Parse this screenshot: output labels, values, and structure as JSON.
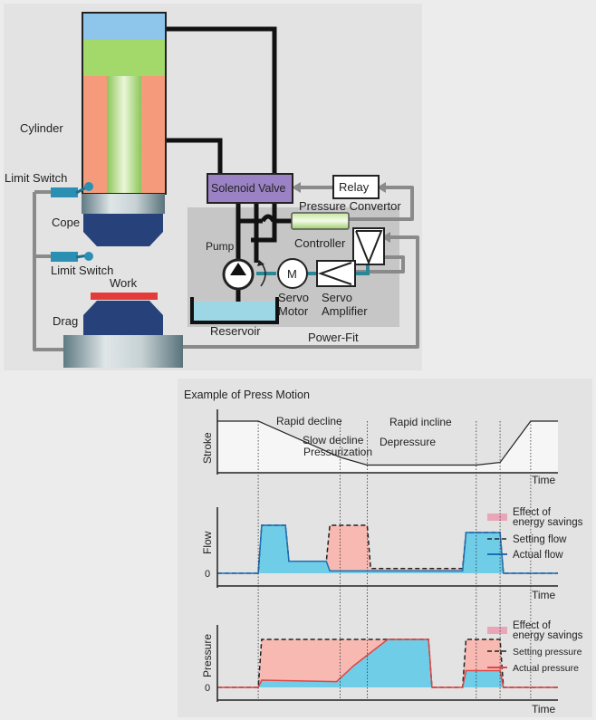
{
  "diagram": {
    "labels": {
      "cylinder": "Cylinder",
      "limit_switch_top": "Limit Switch",
      "cope": "Cope",
      "limit_switch_bottom": "Limit Switch",
      "work": "Work",
      "drag": "Drag",
      "solenoid_valve": "Solenoid Valve",
      "relay": "Relay",
      "pressure_convertor": "Pressure Convertor",
      "pump": "Pump",
      "controller": "Controller",
      "motor_symbol": "M",
      "servo_motor_line1": "Servo",
      "servo_motor_line2": "Motor",
      "servo_amp_line1": "Servo",
      "servo_amp_line2": "Amplifier",
      "reservoir": "Reservoir",
      "power_fit": "Power-Fit"
    },
    "colors": {
      "cylinder_top": "#8ec5ea",
      "cylinder_rod": "#a3d86a",
      "cylinder_body": "#f59a7a",
      "solenoid": "#9b82c4",
      "reservoir_fluid": "#9dd7e6",
      "power_fit_box": "#c4c4c4",
      "work": "#e53a3a",
      "die": "#27427a",
      "limit_switch": "#2b8fb3"
    }
  },
  "chart": {
    "title": "Example of Press Motion",
    "phases": [
      "Rapid decline",
      "Slow decline",
      "Pressurization",
      "Depressure",
      "Rapid incline"
    ],
    "stroke": {
      "ylabel": "Stroke",
      "xlabel": "Time"
    },
    "flow": {
      "ylabel": "Flow",
      "xlabel": "Time",
      "zero": "0",
      "legend": {
        "effect_line1": "Effect of",
        "effect_line2": "energy savings",
        "setting": "Setting flow",
        "actual": "Actual flow"
      }
    },
    "pressure": {
      "ylabel": "Pressure",
      "xlabel": "Time",
      "zero": "0",
      "legend": {
        "effect_line1": "Effect of",
        "effect_line2": "energy savings",
        "setting": "Setting pressure",
        "actual": "Actual pressure"
      }
    }
  },
  "chart_data": [
    {
      "type": "line",
      "title": "Example of Press Motion",
      "ylabel": "Stroke",
      "xlabel": "Time",
      "x": [
        0,
        0.12,
        0.36,
        0.44,
        0.76,
        0.83,
        0.92,
        1.0
      ],
      "series": [
        {
          "values": [
            1.0,
            1.0,
            0.3,
            0.15,
            0.15,
            0.2,
            1.0,
            1.0
          ]
        }
      ]
    },
    {
      "type": "line",
      "ylabel": "Flow",
      "xlabel": "Time",
      "x": [
        0,
        0.12,
        0.13,
        0.2,
        0.21,
        0.32,
        0.33,
        0.44,
        0.45,
        0.72,
        0.73,
        0.83,
        0.84,
        1.0
      ],
      "series": [
        {
          "name": "Setting flow",
          "values": [
            0,
            0,
            1.0,
            1.0,
            0.25,
            0.25,
            1.0,
            1.0,
            0.1,
            0.1,
            0.85,
            0.85,
            0,
            0
          ]
        },
        {
          "name": "Actual flow",
          "values": [
            0,
            0,
            1.0,
            1.0,
            0.25,
            0.25,
            0.05,
            0.05,
            0.05,
            0.05,
            0.85,
            0.85,
            0,
            0
          ]
        }
      ]
    },
    {
      "type": "line",
      "ylabel": "Pressure",
      "xlabel": "Time",
      "x": [
        0,
        0.12,
        0.13,
        0.35,
        0.4,
        0.5,
        0.57,
        0.62,
        0.63,
        0.72,
        0.73,
        0.83,
        0.84,
        1.0
      ],
      "series": [
        {
          "name": "Setting pressure",
          "values": [
            0,
            0,
            1.0,
            1.0,
            1.0,
            1.0,
            1.0,
            1.0,
            0,
            0,
            1.0,
            1.0,
            0,
            0
          ]
        },
        {
          "name": "Actual pressure",
          "values": [
            0,
            0,
            0.15,
            0.12,
            0.45,
            1.0,
            1.0,
            1.0,
            0,
            0,
            0.35,
            0.35,
            0,
            0
          ]
        }
      ]
    }
  ]
}
